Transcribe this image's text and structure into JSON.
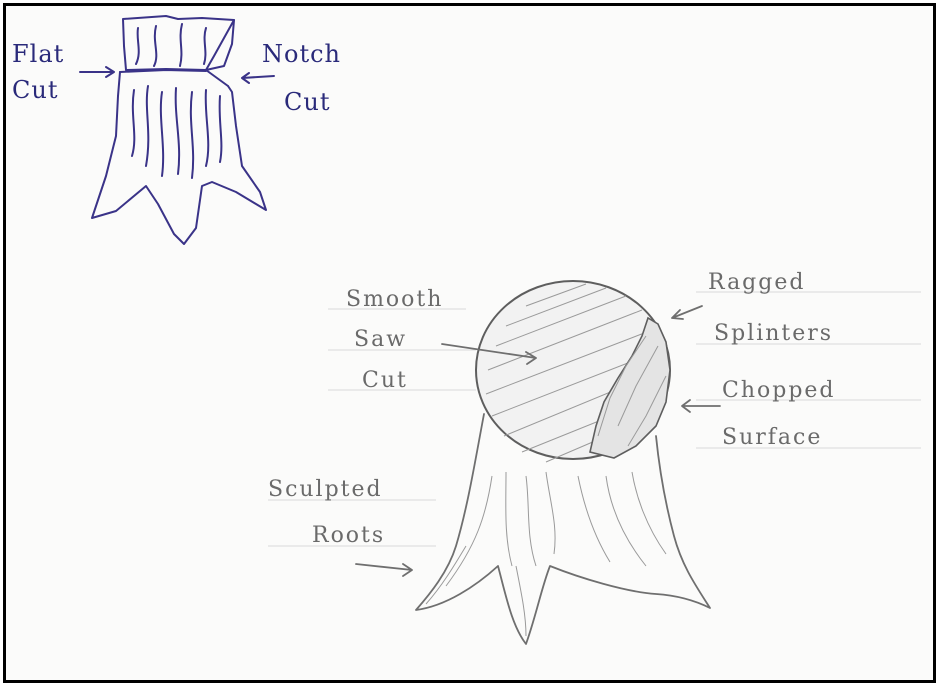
{
  "small_sketch": {
    "left_label": [
      "Flat",
      "Cut"
    ],
    "right_label": [
      "Notch",
      "Cut"
    ]
  },
  "large_sketch": {
    "smooth_label": [
      "Smooth",
      "Saw",
      "Cut"
    ],
    "ragged_label": [
      "Ragged",
      "Splinters"
    ],
    "chopped_label": [
      "Chopped",
      "Surface"
    ],
    "roots_label": [
      "Sculpted",
      "Roots"
    ]
  },
  "colors": {
    "ink": "#3a3388",
    "pencil": "#6f6f6f",
    "border": "#000000"
  }
}
